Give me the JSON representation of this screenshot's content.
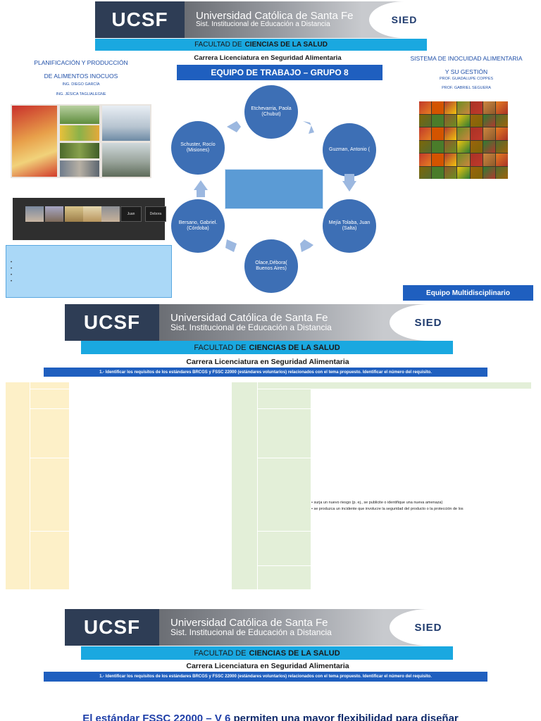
{
  "banner": {
    "logo_text": "UCSF",
    "university_line1": "Universidad Católica de Santa Fe",
    "university_line2": "Sist. Institucional de Educación a Distancia",
    "sied_text": "SIED",
    "faculty_prefix": "FACULTAD DE",
    "faculty_bold": "CIENCIAS DE LA SALUD"
  },
  "slide1": {
    "carrera": "Carrera Licenciatura en Seguridad Alimentaria",
    "team_title": "EQUIPO DE TRABAJO – GRUPO 8",
    "left_course": {
      "line1": "PLANIFICACIÓN Y PRODUCCIÓN",
      "line2": "DE ALIMENTOS INOCUOS",
      "prof1": "ING. DIEGO GARCÍA",
      "prof2": "ING. JÉSICA TAGLIALEGNE"
    },
    "right_course": {
      "line1": "SISTEMA DE INOCUIDAD ALIMENTARIA",
      "line2": "Y SU GESTIÓN",
      "prof1": "PROF. GUADALUPE COPPES",
      "prof2": "PROF. GABRIEL SEGUERA"
    },
    "video_names": [
      "Juan",
      "Debora"
    ],
    "bullets": [
      "",
      "",
      "",
      ""
    ],
    "members": [
      "Etchevarria, Paola (Chubut)",
      "Guzman, Antonio (",
      "Mejía Tolaba, Juan (Salta)",
      "Olace,Débora( Buenos Aires)",
      "Bersano, Gabriel. (Córdoba)",
      "Schuster, Rocío (Misiones)"
    ],
    "multi_label": "Equipo Multidisciplinario"
  },
  "slide2": {
    "carrera": "Carrera Licenciatura en Seguridad Alimentaria",
    "requirement": "1.- Identificar los requisitos de los estándares BRCGS y FSSC 22000 (estándares voluntarios) relacionados con el tema propuesto. Identificar el número del requisito.",
    "bullet_text_1": "• surja un nuevo riesgo (p. ej., se publicite o identifique una nueva amenaza)",
    "bullet_text_2": "• se produzca un incidente que involucre la seguridad del producto o la protección de los"
  },
  "slide3": {
    "carrera": "Carrera Licenciatura en Seguridad Alimentaria",
    "requirement": "1.- Identificar los requisitos de los estándares BRCGS y FSSC 22000 (estándares voluntarios) relacionados con el tema propuesto. Identificar el número del requisito.",
    "heading_underlined": "El estándar FSSC 22000 – V 6",
    "heading_rest": " permiten una mayor flexibilidad para diseñar"
  },
  "colors": {
    "ucsf_navy": "#2e3d55",
    "faculty_cyan": "#1aa8e0",
    "title_blue": "#1f5fbf",
    "circle_blue": "#3d6fb5",
    "text_blue": "#1f4fa8",
    "table_yellow": "#fdf0c8",
    "table_green": "#e3efd8"
  },
  "icons": [
    "arrow-right-icon",
    "arrow-down-icon",
    "arrow-left-icon",
    "arrow-up-icon"
  ]
}
